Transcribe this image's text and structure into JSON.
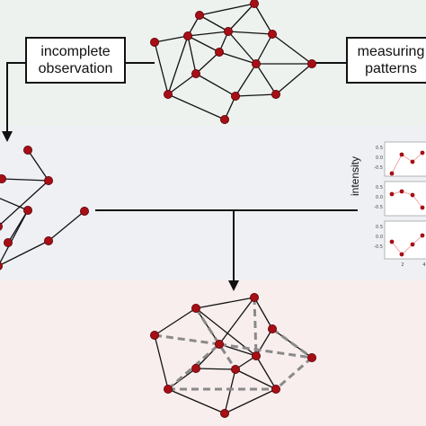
{
  "boxes": {
    "incomplete": [
      "incomplete",
      "observation"
    ],
    "measuring": [
      "measuring",
      "patterns"
    ]
  },
  "intensity_plot": {
    "ylabel": "intensity",
    "panel_ticks": [
      "0.5",
      "0.0",
      "-0.5"
    ],
    "x_ticks": [
      "2",
      "4"
    ]
  },
  "colors": {
    "node": "#a50f15",
    "node_stroke": "#5a0008",
    "edge": "#111111",
    "inferred_edge": "#8a8a8a",
    "series": "#f2a7a7"
  }
}
